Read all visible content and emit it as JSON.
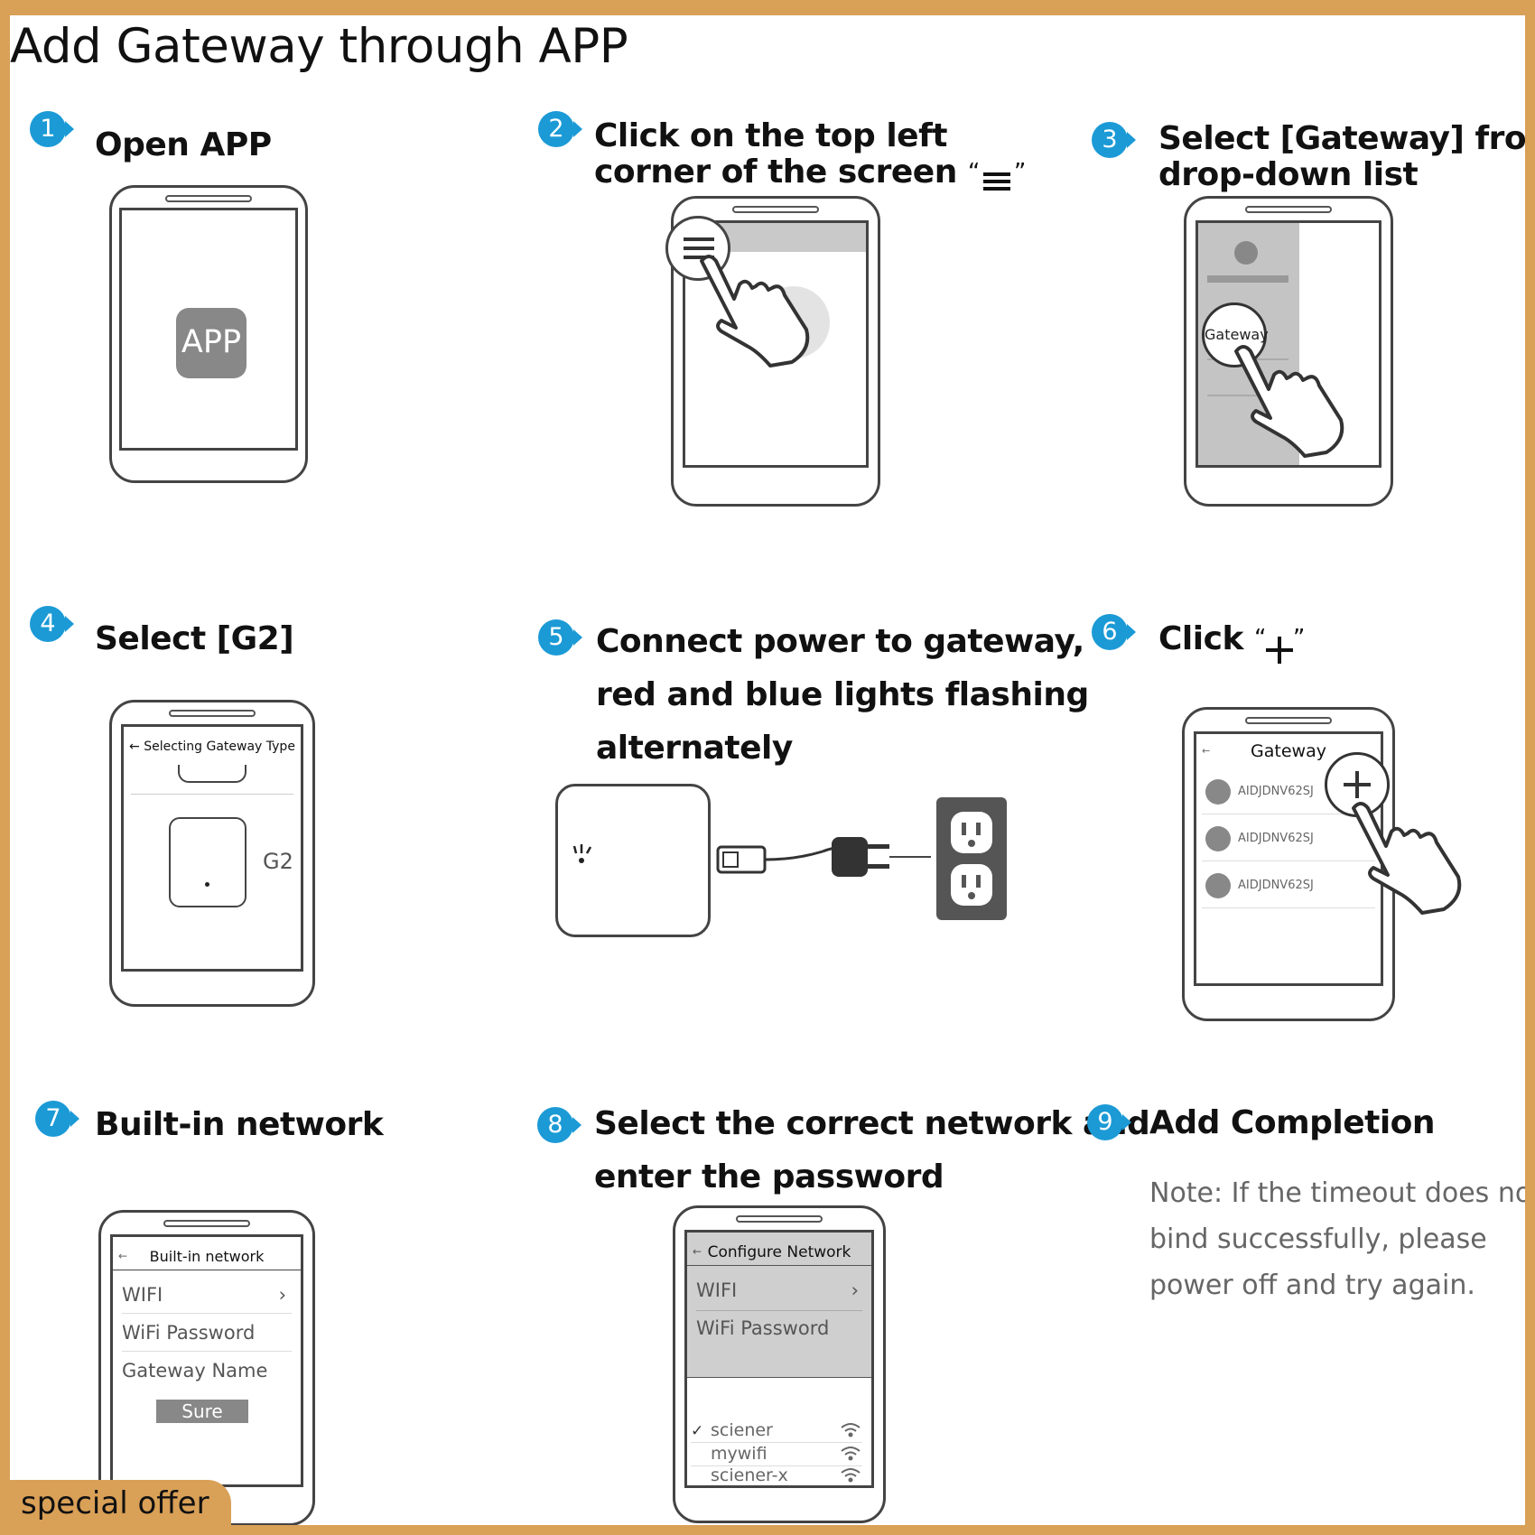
{
  "title": "Add Gateway through APP",
  "steps": [
    {
      "n": "1",
      "lines": [
        "Open APP"
      ]
    },
    {
      "n": "2",
      "lines": [
        "Click on the top left",
        "corner of the screen"
      ],
      "quote_open": "“",
      "quote_close": "”"
    },
    {
      "n": "3",
      "lines": [
        "Select [Gateway] from the",
        "drop-down list"
      ]
    },
    {
      "n": "4",
      "lines": [
        "Select [G2]"
      ]
    },
    {
      "n": "5",
      "lines": [
        "Connect power to gateway,",
        "red and blue lights flashing",
        "alternately"
      ]
    },
    {
      "n": "6",
      "lines": [
        "Click"
      ],
      "quote_open": "“",
      "quote_close": "”"
    },
    {
      "n": "7",
      "lines": [
        "Built-in network"
      ]
    },
    {
      "n": "8",
      "lines": [
        "Select the correct network and",
        "enter the password"
      ]
    },
    {
      "n": "9",
      "lines": [
        "Add Completion"
      ]
    }
  ],
  "note_lines": [
    "Note: If the timeout does not",
    "bind successfully, please",
    "power off and try again."
  ],
  "phone1": {
    "app_label": "APP"
  },
  "phone3": {
    "menu_item": "Gateway"
  },
  "phone4": {
    "header": "Selecting Gateway Type",
    "device_label": "G2"
  },
  "phone6": {
    "header": "Gateway",
    "devices": [
      "AIDJDNV62SJ",
      "AIDJDNV62SJ",
      "AIDJDNV62SJ"
    ]
  },
  "phone7": {
    "header": "Built-in network",
    "fields": [
      "WIFI",
      "WiFi Password",
      "Gateway Name"
    ],
    "button": "Sure"
  },
  "phone8": {
    "header": "Configure Network",
    "fields": [
      "WIFI",
      "WiFi Password"
    ],
    "networks": [
      "sciener",
      "mywifi",
      "sciener-x"
    ]
  },
  "offer": "special offer",
  "colors": {
    "accent": "#1b9ad6",
    "frame": "#d9a057",
    "outline": "#444444"
  },
  "icons": [
    "menu-icon",
    "plus-icon",
    "pointing-hand-icon",
    "wifi-icon",
    "checkmark-icon",
    "back-arrow-icon",
    "chevron-right-icon",
    "power-outlet-icon",
    "plug-icon",
    "cable-icon",
    "gateway-device-icon",
    "user-icon"
  ]
}
